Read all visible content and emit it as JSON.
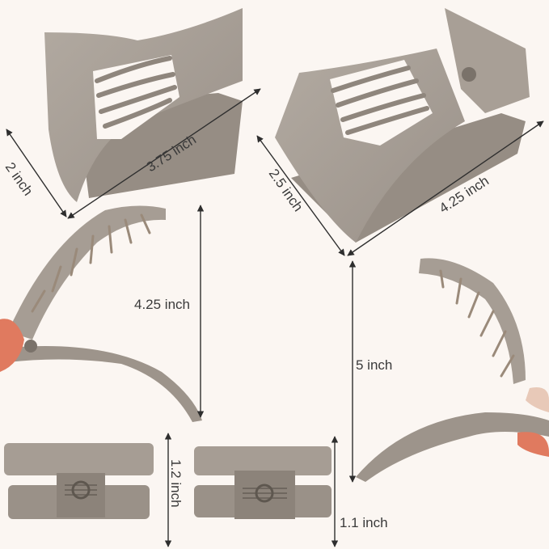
{
  "image": {
    "subject": "product-photo",
    "background_color": "#fbf6f2",
    "product_color": "#a59c92"
  },
  "dimensions": {
    "small_clip_width": "2 inch",
    "small_clip_length": "3.75 inch",
    "large_clip_width": "2.5 inch",
    "large_clip_length": "4.25 inch",
    "small_clip_open": "4.25 inch",
    "large_clip_open": "5 inch",
    "small_clip_height": "1.2 inch",
    "large_clip_height": "1.1 inch"
  }
}
